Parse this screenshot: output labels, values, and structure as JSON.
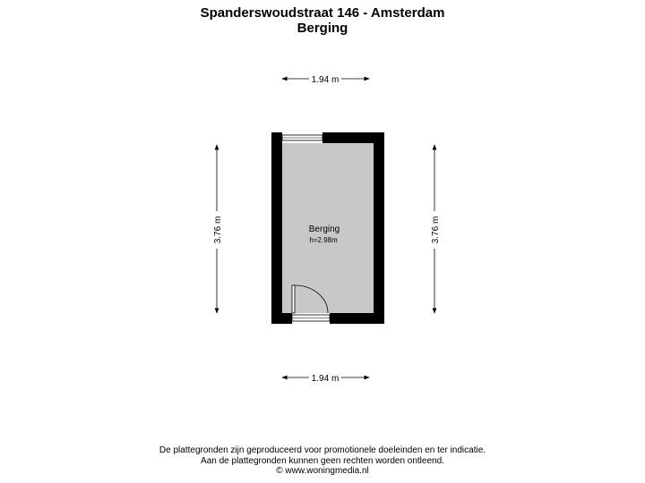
{
  "header": {
    "address": "Spanderswoudstraat 146 - Amsterdam",
    "floor": "Berging"
  },
  "room": {
    "name": "Berging",
    "height": "h=2.98m"
  },
  "dimensions": {
    "width_top": "1.94 m",
    "width_bottom": "1.94 m",
    "length_left": "3.76 m",
    "length_right": "3.76 m"
  },
  "footer": {
    "line1": "De plattegronden zijn geproduceerd voor promotionele doeleinden en ter indicatie.",
    "line2": "Aan de plattegronden kunnen geen rechten worden ontleend.",
    "line3": "© www.woningmedia.nl"
  },
  "colors": {
    "wall": "#000000",
    "floor": "#c8c8c8",
    "text": "#000000"
  }
}
